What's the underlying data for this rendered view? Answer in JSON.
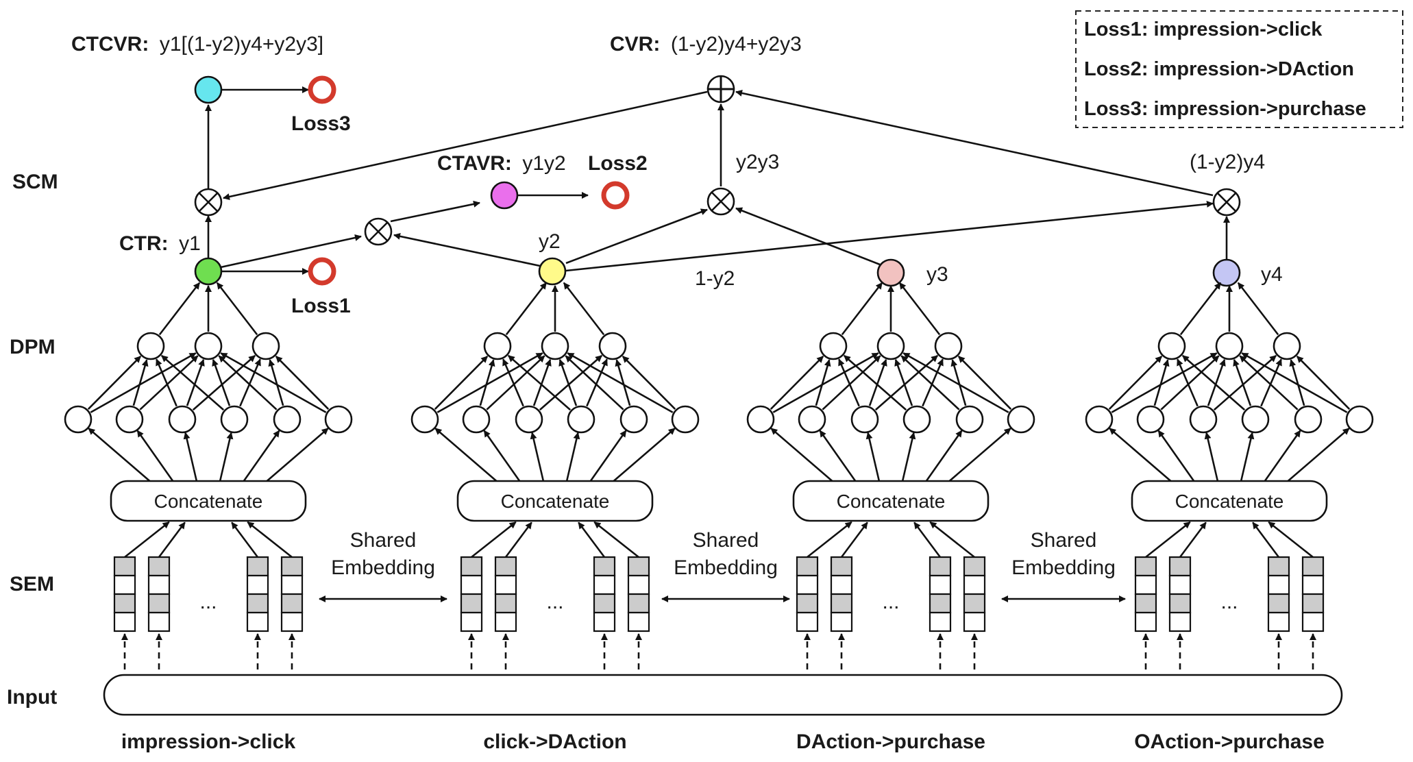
{
  "layers": {
    "scm": "SCM",
    "dpm": "DPM",
    "sem": "SEM",
    "input": "Input"
  },
  "legend": [
    "Loss1: impression->click",
    "Loss2: impression->DAction",
    "Loss3: impression->purchase"
  ],
  "outputs": {
    "ctcvr_label": "CTCVR:",
    "ctcvr_formula": "y1[(1-y2)y4+y2y3]",
    "cvr_label": "CVR:",
    "cvr_formula": "(1-y2)y4+y2y3",
    "ctavr_label": "CTAVR:",
    "ctavr_formula": "y1y2",
    "ctr_label": "CTR:",
    "ctr_formula": "y1"
  },
  "losses": {
    "loss1": "Loss1",
    "loss2": "Loss2",
    "loss3": "Loss3"
  },
  "edge_labels": {
    "y2": "y2",
    "y3": "y3",
    "y4": "y4",
    "one_minus_y2": "1-y2",
    "y2y3": "y2y3",
    "one_minus_y2_y4": "(1-y2)y4"
  },
  "towers": [
    {
      "concat": "Concatenate",
      "ellipsis": "...",
      "task": "impression->click"
    },
    {
      "concat": "Concatenate",
      "ellipsis": "...",
      "task": "click->DAction"
    },
    {
      "concat": "Concatenate",
      "ellipsis": "...",
      "task": "DAction->purchase"
    },
    {
      "concat": "Concatenate",
      "ellipsis": "...",
      "task": "OAction->purchase"
    }
  ],
  "shared_embedding": [
    {
      "line1": "Shared",
      "line2": "Embedding"
    },
    {
      "line1": "Shared",
      "line2": "Embedding"
    },
    {
      "line1": "Shared",
      "line2": "Embedding"
    }
  ],
  "colors": {
    "ctr": "#6fde50",
    "y2": "#fffa8a",
    "y3": "#f2c2c0",
    "y4": "#c4c6f4",
    "ctcvr": "#66e6ee",
    "ctavr": "#ea6fec",
    "loss": "#d33a2c",
    "embedding_cell": "#cccccc"
  }
}
